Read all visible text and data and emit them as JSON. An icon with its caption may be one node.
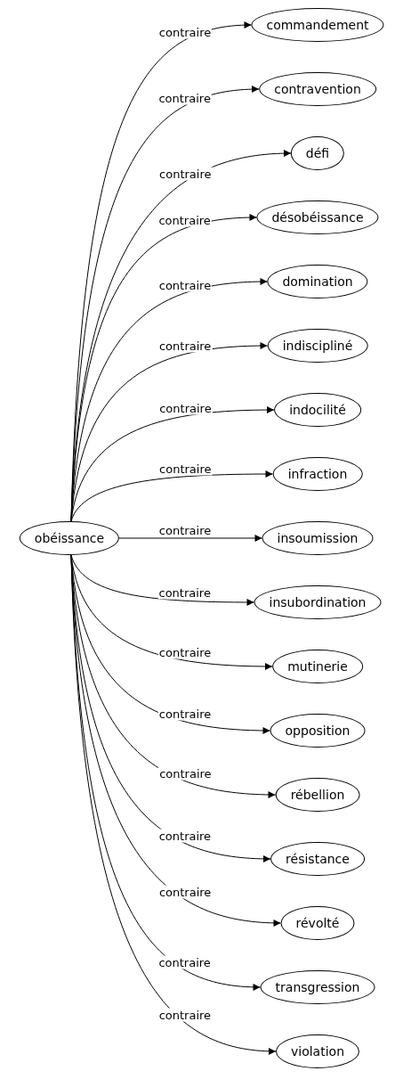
{
  "diagram": {
    "nodes": [
      {
        "text": [
          "obéissance"
        ]
      },
      {
        "text": [
          "commandement"
        ]
      },
      {
        "text": [
          "contravention"
        ]
      },
      {
        "text": [
          "défi"
        ]
      },
      {
        "text": [
          "désobéissance"
        ]
      },
      {
        "text": [
          "domination"
        ]
      },
      {
        "text": [
          "indiscipliné"
        ]
      },
      {
        "text": [
          "indocilité"
        ]
      },
      {
        "text": [
          "infraction"
        ]
      },
      {
        "text": [
          "insoumission"
        ]
      },
      {
        "text": [
          "insubordination"
        ]
      },
      {
        "text": [
          "mutinerie"
        ]
      },
      {
        "text": [
          "opposition"
        ]
      },
      {
        "text": [
          "rébellion"
        ]
      },
      {
        "text": [
          "résistance"
        ]
      },
      {
        "text": [
          "révolté"
        ]
      },
      {
        "text": [
          "transgression"
        ]
      },
      {
        "text": [
          "violation"
        ]
      }
    ],
    "edges": [
      {
        "from": 0,
        "to": 1,
        "arrow": "to",
        "label": "contraire"
      },
      {
        "from": 0,
        "to": 2,
        "arrow": "to",
        "label": "contraire"
      },
      {
        "from": 0,
        "to": 3,
        "arrow": "to",
        "label": "contraire"
      },
      {
        "from": 0,
        "to": 4,
        "arrow": "to",
        "label": "contraire"
      },
      {
        "from": 0,
        "to": 5,
        "arrow": "to",
        "label": "contraire"
      },
      {
        "from": 0,
        "to": 6,
        "arrow": "to",
        "label": "contraire"
      },
      {
        "from": 0,
        "to": 7,
        "arrow": "to",
        "label": "contraire"
      },
      {
        "from": 0,
        "to": 8,
        "arrow": "to",
        "label": "contraire"
      },
      {
        "from": 0,
        "to": 9,
        "arrow": "to",
        "label": "contraire"
      },
      {
        "from": 0,
        "to": 10,
        "arrow": "to",
        "label": "contraire"
      },
      {
        "from": 0,
        "to": 11,
        "arrow": "to",
        "label": "contraire"
      },
      {
        "from": 0,
        "to": 12,
        "arrow": "to",
        "label": "contraire"
      },
      {
        "from": 0,
        "to": 13,
        "arrow": "to",
        "label": "contraire"
      },
      {
        "from": 0,
        "to": 14,
        "arrow": "to",
        "label": "contraire"
      },
      {
        "from": 0,
        "to": 15,
        "arrow": "to",
        "label": "contraire"
      },
      {
        "from": 0,
        "to": 16,
        "arrow": "to",
        "label": "contraire"
      },
      {
        "from": 0,
        "to": 17,
        "arrow": "to",
        "label": "contraire"
      }
    ]
  }
}
